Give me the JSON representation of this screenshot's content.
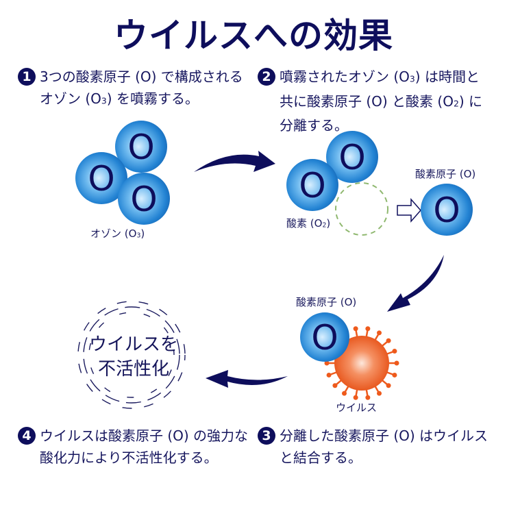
{
  "title": "ウイルスへの効果",
  "steps": [
    {
      "number": "1",
      "line1": "3つの酸素原子 (O) で構成される",
      "line2_pre": "オゾン (O",
      "line2_sub": "3",
      "line2_post": ") を噴霧する。"
    },
    {
      "number": "2",
      "line1_pre": "噴霧されたオゾン (O",
      "line1_sub": "3",
      "line1_post": ") は時間と",
      "line2_pre": "共に酸素原子 (O) と酸素 (O",
      "line2_sub": "2",
      "line2_post": ") に",
      "line3": "分離する。"
    },
    {
      "number": "3",
      "line1": "分離した酸素原子 (O) はウイルス",
      "line2": "と結合する。"
    },
    {
      "number": "4",
      "line1": "ウイルスは酸素原子 (O) の強力な",
      "line2": "酸化力により不活性化する。"
    }
  ],
  "labels": {
    "ozone_pre": "オゾン (O",
    "ozone_sub": "3",
    "ozone_post": ")",
    "oxygen_pre": "酸素 (O",
    "oxygen_sub": "2",
    "oxygen_post": ")",
    "oxygen_atom_1": "酸素原子 (O)",
    "oxygen_atom_2": "酸素原子 (O)",
    "virus": "ウイルス",
    "atom_letter": "O",
    "inactivate_line1": "ウイルスを",
    "inactivate_line2": "不活性化"
  },
  "colors": {
    "navy": "#0e0e5c",
    "atom_blue": "#2a8ad6",
    "virus_orange": "#ee5a1c",
    "dashed_green": "#8fb86f"
  }
}
